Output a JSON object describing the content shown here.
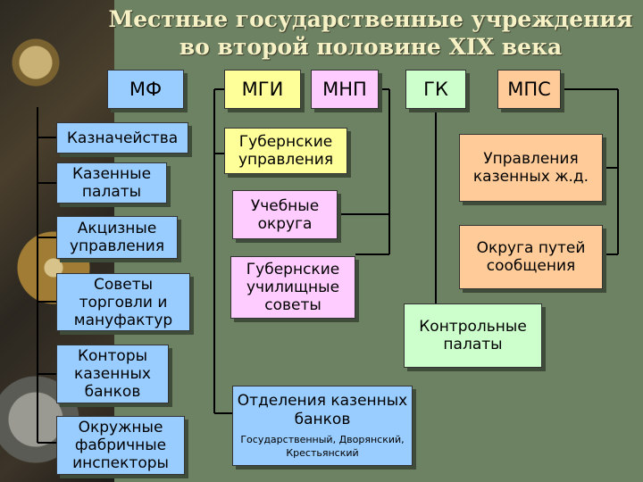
{
  "title": {
    "line1": "Местные государственные учреждения",
    "line2": "во второй половине XIX века"
  },
  "headers": {
    "mf": "МФ",
    "mgi": "МГИ",
    "mnp": "МНП",
    "gk": "ГК",
    "mps": "МПС"
  },
  "mf_items": [
    "Казначейства",
    "Казенные палаты",
    "Акцизные управления",
    "Советы торговли и мануфактур",
    "Конторы казенных банков",
    "Окружные фабричные инспекторы"
  ],
  "mgi_items": [
    "Губернские управления"
  ],
  "mnp_items": [
    "Учебные округа",
    "Губернские училищные советы"
  ],
  "mf_bank_branches": {
    "label": "Отделения казенных банков",
    "sub": "Государственный, Дворянский, Крестьянский"
  },
  "gk_items": [
    "Контрольные палаты"
  ],
  "mps_items": [
    "Управления казенных ж.д.",
    "Округа путей сообщения"
  ],
  "colors": {
    "background": "#6d8262",
    "title": "#f7f2c6",
    "mf": "#99ccff",
    "mgi": "#ffff99",
    "mnp": "#ffccff",
    "gk": "#ccffcc",
    "mps": "#ffcc99",
    "connector": "#000000"
  }
}
